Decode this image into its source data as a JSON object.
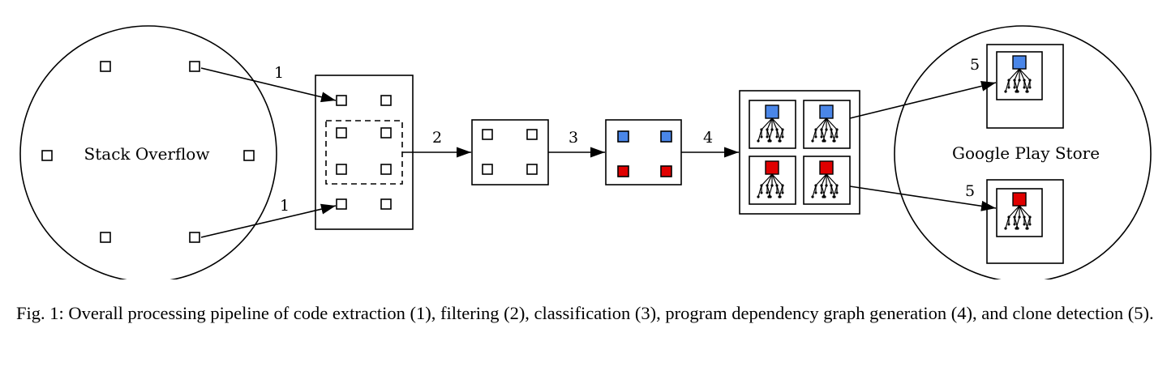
{
  "source_label": "Stack Overflow",
  "target_label": "Google Play Store",
  "edges": {
    "extract_top": "1",
    "extract_bottom": "1",
    "filter": "2",
    "classify": "3",
    "pdg": "4",
    "clone_top": "5",
    "clone_bottom": "5"
  },
  "caption": "Fig. 1: Overall processing pipeline of code extraction (1), filtering (2), classification (3), program dependency graph generation (4), and clone detection (5).",
  "colors": {
    "blue": "#4a86e8",
    "red": "#e00000",
    "stroke": "#000000"
  },
  "icons": {
    "snippet": "empty-square-icon",
    "classified_snippet": "filled-square-icon",
    "graph": "dependency-graph-icon"
  }
}
